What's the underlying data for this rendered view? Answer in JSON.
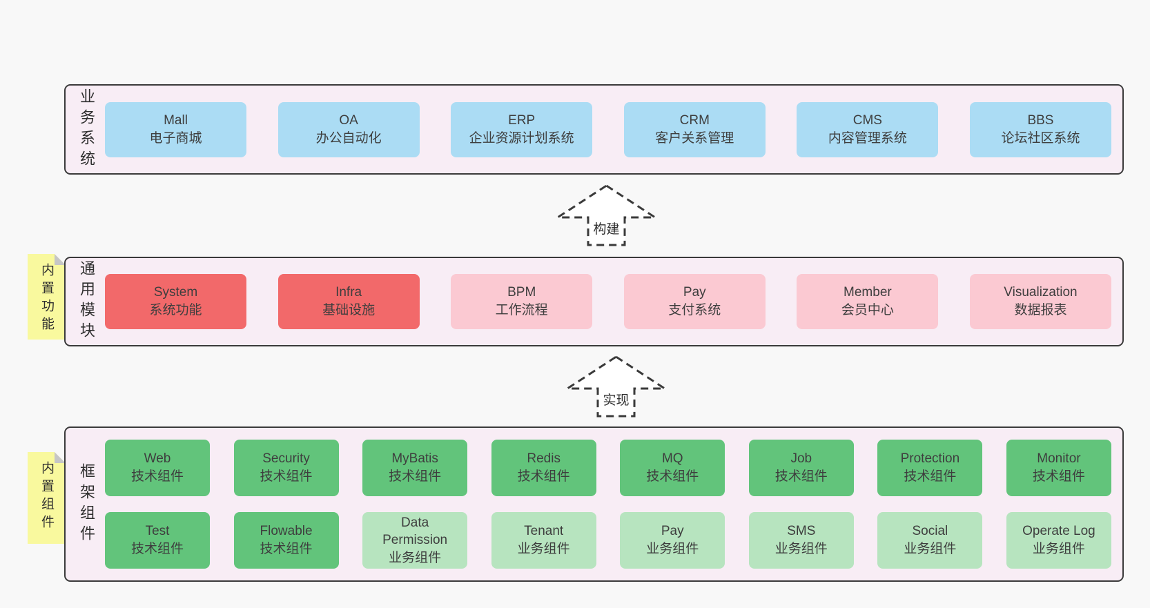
{
  "colors": {
    "page_bg": "#f8f8f8",
    "panel": "#f8edf5",
    "border": "#3a3a3a",
    "text": "#3e3e3e",
    "blue": "#abdcf4",
    "red": "#f2696a",
    "pink": "#fbc9d2",
    "green": "#62c47b",
    "lightgreen": "#b7e4bf",
    "yellow": "#f9f99e",
    "fold": "#c6c6c6"
  },
  "arrows": [
    {
      "label": "构建"
    },
    {
      "label": "实现"
    }
  ],
  "sections": [
    {
      "label": "业务系统",
      "tag": null,
      "rows": [
        [
          {
            "name": "Mall",
            "desc": "电子商城",
            "type": "blue"
          },
          {
            "name": "OA",
            "desc": "办公自动化",
            "type": "blue"
          },
          {
            "name": "ERP",
            "desc": "企业资源计划系统",
            "type": "blue"
          },
          {
            "name": "CRM",
            "desc": "客户关系管理",
            "type": "blue"
          },
          {
            "name": "CMS",
            "desc": "内容管理系统",
            "type": "blue"
          },
          {
            "name": "BBS",
            "desc": "论坛社区系统",
            "type": "blue"
          }
        ]
      ]
    },
    {
      "label": "通用模块",
      "tag": "内置功能",
      "rows": [
        [
          {
            "name": "System",
            "desc": "系统功能",
            "type": "red"
          },
          {
            "name": "Infra",
            "desc": "基础设施",
            "type": "red"
          },
          {
            "name": "BPM",
            "desc": "工作流程",
            "type": "pink"
          },
          {
            "name": "Pay",
            "desc": "支付系统",
            "type": "pink"
          },
          {
            "name": "Member",
            "desc": "会员中心",
            "type": "pink"
          },
          {
            "name": "Visualization",
            "desc": "数据报表",
            "type": "pink"
          }
        ]
      ]
    },
    {
      "label": "框架组件",
      "tag": "内置组件",
      "rows": [
        [
          {
            "name": "Web",
            "desc": "技术组件",
            "type": "green"
          },
          {
            "name": "Security",
            "desc": "技术组件",
            "type": "green"
          },
          {
            "name": "MyBatis",
            "desc": "技术组件",
            "type": "green"
          },
          {
            "name": "Redis",
            "desc": "技术组件",
            "type": "green"
          },
          {
            "name": "MQ",
            "desc": "技术组件",
            "type": "green"
          },
          {
            "name": "Job",
            "desc": "技术组件",
            "type": "green"
          },
          {
            "name": "Protection",
            "desc": "技术组件",
            "type": "green"
          },
          {
            "name": "Monitor",
            "desc": "技术组件",
            "type": "green"
          }
        ],
        [
          {
            "name": "Test",
            "desc": "技术组件",
            "type": "green"
          },
          {
            "name": "Flowable",
            "desc": "技术组件",
            "type": "green"
          },
          {
            "name": "Data\nPermission",
            "desc": "业务组件",
            "type": "lightgreen"
          },
          {
            "name": "Tenant",
            "desc": "业务组件",
            "type": "lightgreen"
          },
          {
            "name": "Pay",
            "desc": "业务组件",
            "type": "lightgreen"
          },
          {
            "name": "SMS",
            "desc": "业务组件",
            "type": "lightgreen"
          },
          {
            "name": "Social",
            "desc": "业务组件",
            "type": "lightgreen"
          },
          {
            "name": "Operate Log",
            "desc": "业务组件",
            "type": "lightgreen"
          }
        ]
      ]
    }
  ]
}
